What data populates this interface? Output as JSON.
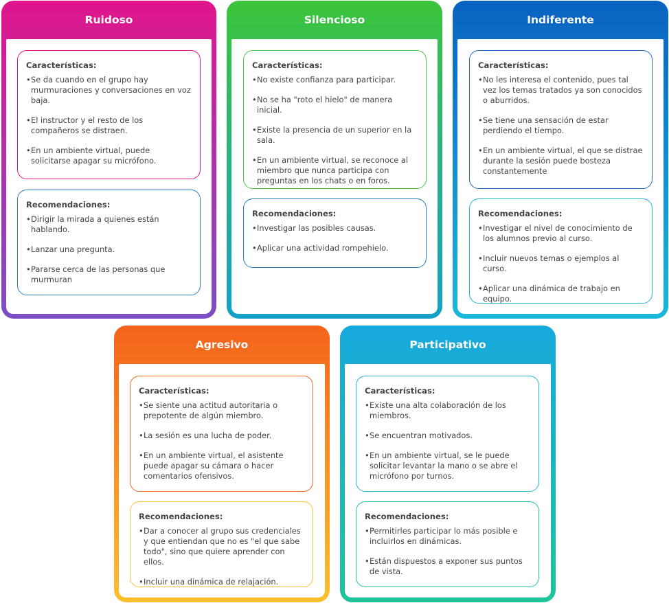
{
  "cards": [
    {
      "title": "Ruidoso",
      "gradient": [
        "#e0158c",
        "#7a4fc3"
      ],
      "char_border": "#e0158c",
      "rec_border": "#2a7fc8",
      "characteristics_heading": "Características:",
      "characteristics": [
        "Se da cuando en el grupo hay murmuraciones y conversaciones en voz baja.",
        "El instructor y el resto de los compañeros se distraen.",
        "En un ambiente virtual, puede solicitarse apagar su micrófono."
      ],
      "recommendations_heading": "Recomendaciones:",
      "recommendations": [
        "Dirigir la mirada a quienes están hablando.",
        "Lanzar una pregunta.",
        "Pararse cerca de las personas que murmuran"
      ]
    },
    {
      "title": "Silencioso",
      "gradient": [
        "#3cc43a",
        "#14a0c7"
      ],
      "char_border": "#48c943",
      "rec_border": "#1e7fc3",
      "characteristics_heading": "Características:",
      "characteristics": [
        "No existe confianza para participar.",
        "No se ha \"roto el hielo\" de manera inicial.",
        "Existe la presencia de un superior en la sala.",
        "En un ambiente virtual, se reconoce al miembro que nunca participa con preguntas en los chats o en foros."
      ],
      "recommendations_heading": "Recomendaciones:",
      "recommendations": [
        "Investigar las posibles causas.",
        "Aplicar una actividad rompehielo."
      ]
    },
    {
      "title": "Indiferente",
      "gradient": [
        "#0a62c0",
        "#19b8dc"
      ],
      "char_border": "#1e6cc4",
      "rec_border": "#20b6d9",
      "characteristics_heading": "Características:",
      "characteristics": [
        "No les interesa el contenido, pues tal vez los temas tratados ya son conocidos o aburridos.",
        "Se tiene una sensación de estar perdiendo el tiempo.",
        "En un ambiente virtual, el que se distrae durante la sesión puede bosteza constantemente"
      ],
      "recommendations_heading": "Recomendaciones:",
      "recommendations": [
        "Investigar el nivel de conocimiento de los alumnos previo al curso.",
        "Incluir nuevos temas o ejemplos al curso.",
        "Aplicar una dinámica de trabajo en equipo."
      ]
    },
    {
      "title": "Agresivo",
      "gradient": [
        "#f4631c",
        "#fbbf2f"
      ],
      "char_border": "#ef6a22",
      "rec_border": "#f7c533",
      "characteristics_heading": "Características:",
      "characteristics": [
        "Se siente una actitud autoritaria o prepotente de algún miembro.",
        "La sesión es una lucha de poder.",
        "En un ambiente virtual, el asistente puede apagar su cámara o hacer comentarios ofensivos."
      ],
      "recommendations_heading": "Recomendaciones:",
      "recommendations": [
        "Dar a conocer al grupo sus credenciales y que entiendan que no es \"el que sabe todo\", sino que quiere aprender con ellos.",
        "Incluir una dinámica de relajación."
      ]
    },
    {
      "title": "Participativo",
      "gradient": [
        "#18a9de",
        "#1fc49a"
      ],
      "char_border": "#28b6cf",
      "rec_border": "#21c0a3",
      "characteristics_heading": "Características:",
      "characteristics": [
        "Existe una alta colaboración de los miembros.",
        "Se encuentran motivados.",
        "En un ambiente virtual, se le puede solicitar levantar la mano o se abre el micrófono por turnos."
      ],
      "recommendations_heading": "Recomendaciones:",
      "recommendations": [
        "Permitirles participar lo más posible e incluirlos en dinámicas.",
        "Están dispuestos a exponer sus puntos de vista."
      ]
    }
  ]
}
